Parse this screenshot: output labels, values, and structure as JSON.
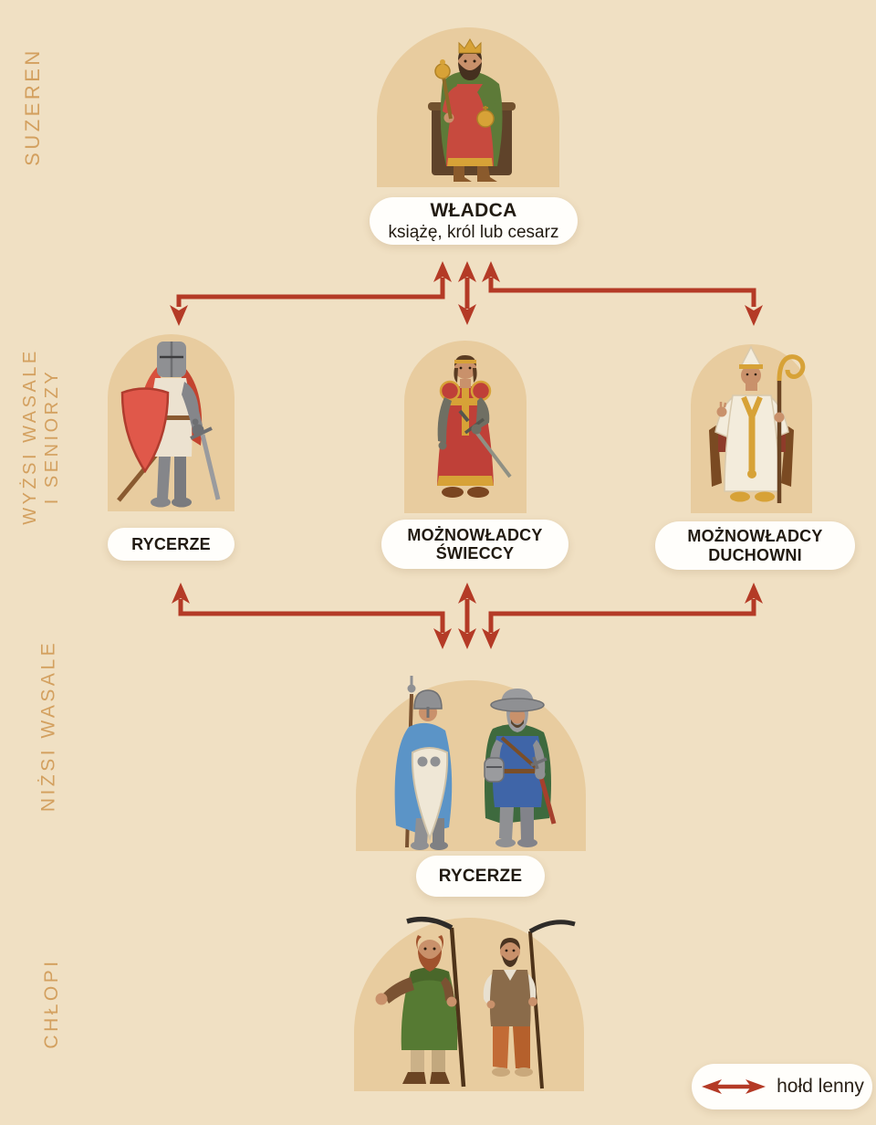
{
  "palette": {
    "background": "#f0e0c3",
    "arch": "#e8cc9f",
    "arrow_red": "#b43a26",
    "side_label": "#d3a05f",
    "pill_background": "#fffefb",
    "text_dark": "#211a11"
  },
  "side_labels": {
    "suzeren": "SUZEREN",
    "wyzsi_line1": "WYŻSI WASALE",
    "wyzsi_line2": "I SENIORZY",
    "nizsi": "NIŻSI WASALE",
    "chlopi": "CHŁOPI"
  },
  "nodes": {
    "wladca": {
      "title": "WŁADCA",
      "subtitle": "książę, król lub cesarz",
      "illustration": "king-on-throne"
    },
    "rycerze_gorni": {
      "title": "RYCERZE",
      "illustration": "knight-with-red-shield"
    },
    "swieccy": {
      "line1": "MOŻNOWŁADCY",
      "line2": "ŚWIECCY",
      "illustration": "secular-magnate-with-sword"
    },
    "duchowni": {
      "line1": "MOŻNOWŁADCY",
      "line2": "DUCHOWNI",
      "illustration": "bishop-with-crozier"
    },
    "rycerze_dolni": {
      "title": "RYCERZE",
      "illustration": "two-knights"
    },
    "chlopi": {
      "illustration": "two-peasants-with-scythes"
    }
  },
  "legend": {
    "label": "hołd lenny",
    "icon": "double-arrow-icon"
  }
}
